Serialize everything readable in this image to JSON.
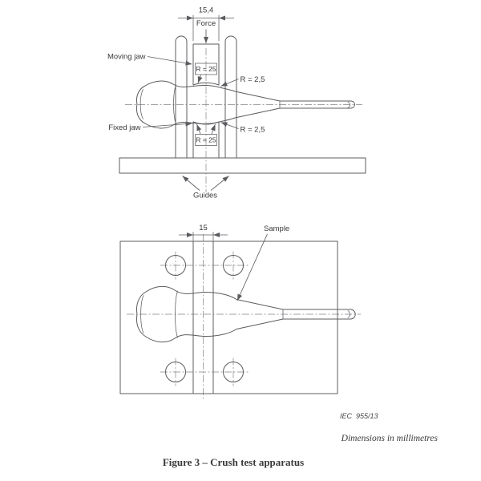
{
  "colors": {
    "line": "#5c5c60",
    "text": "#39393d",
    "background": "#ffffff"
  },
  "side_view": {
    "width_dim": "15,4",
    "force": "Force",
    "moving_jaw": "Moving jaw",
    "fixed_jaw": "Fixed jaw",
    "jaw_radius_top": "R = 25",
    "jaw_radius_bottom": "R = 25",
    "edge_radius_top": "R = 2,5",
    "edge_radius_bottom": "R = 2,5",
    "guides": "Guides"
  },
  "plan_view": {
    "width_dim": "15",
    "sample": "Sample"
  },
  "footer": {
    "reference": "IEC  955/13",
    "units_note": "Dimensions in millimetres",
    "caption": "Figure 3 – Crush test apparatus"
  }
}
